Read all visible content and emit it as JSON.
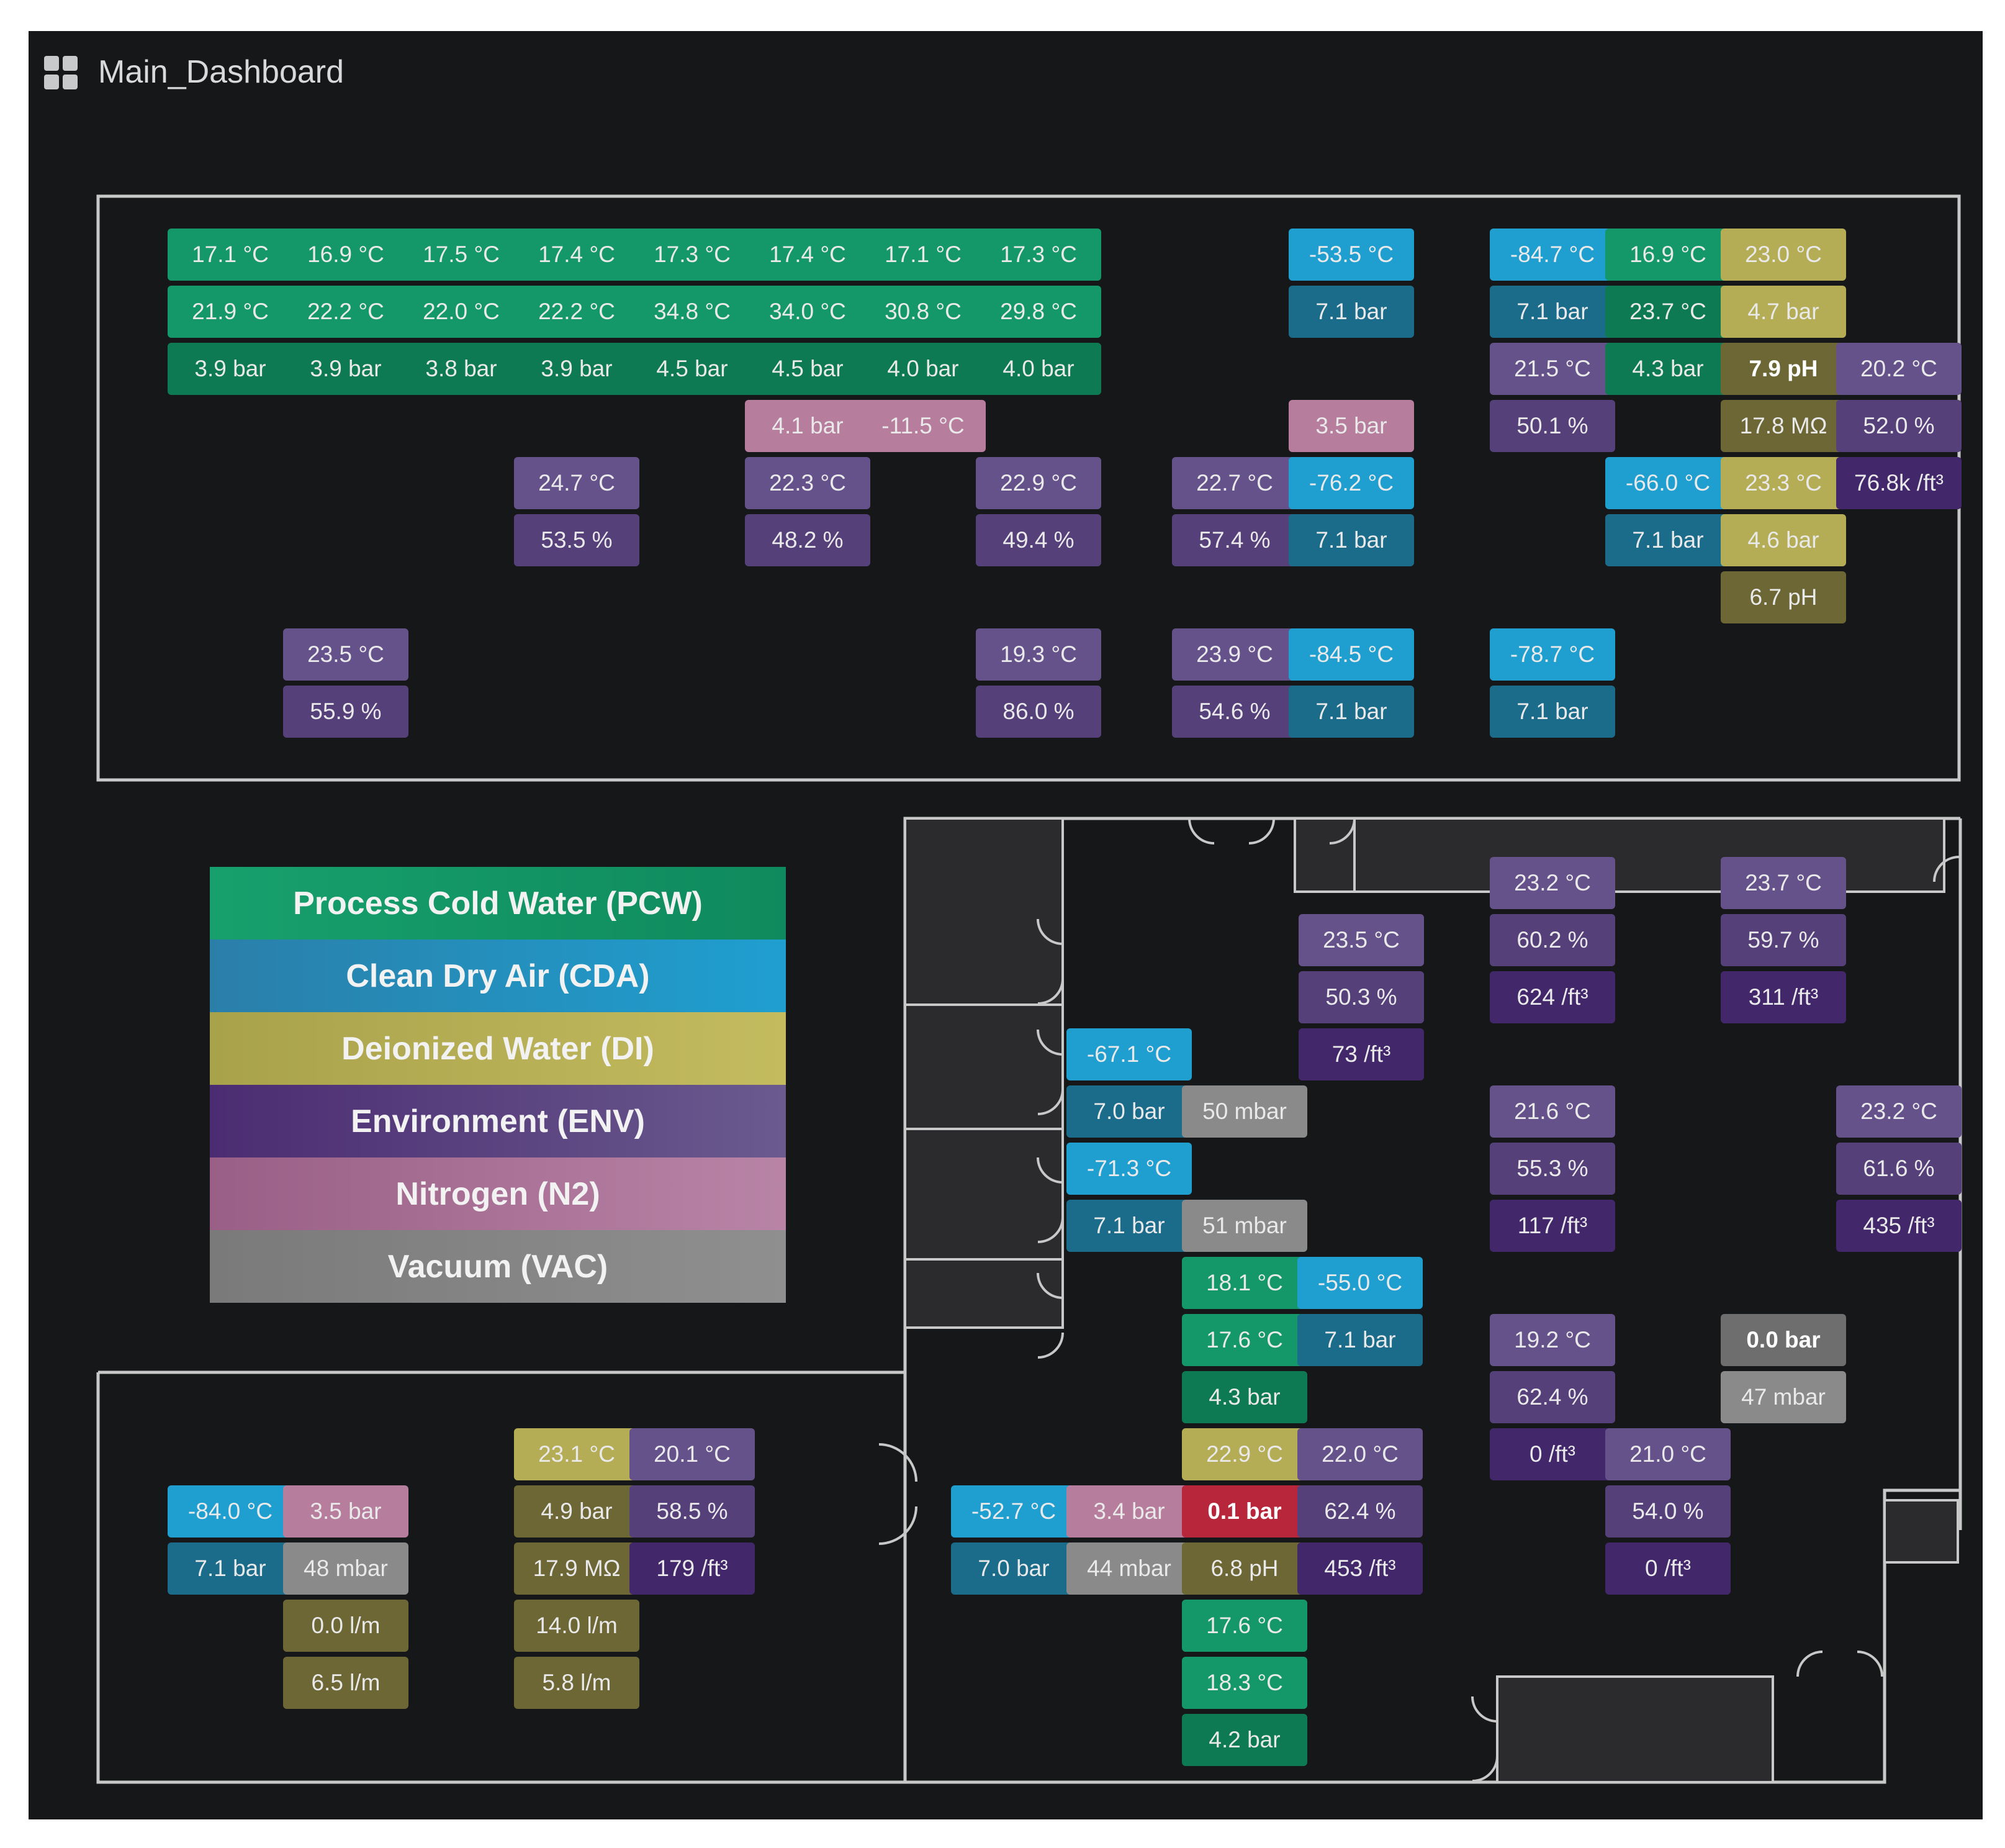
{
  "dashboard": {
    "title": "Main_Dashboard",
    "icon": "dashboard-grid-icon"
  },
  "colors": {
    "pcw": "#159869",
    "cda": "#1f9fd0",
    "di": "#b4ad56",
    "env": "#56407a",
    "n2": "#b77d9d",
    "vac": "#8a8a8a",
    "alarm": "#b7263a"
  },
  "legend": [
    "Process Cold Water (PCW)",
    "Clean Dry Air (CDA)",
    "Deionized Water (DI)",
    "Environment (ENV)",
    "Nitrogen (N2)",
    "Vacuum (VAC)"
  ],
  "tiles": [
    "17.1 °C",
    "16.9 °C",
    "17.5 °C",
    "17.4 °C",
    "17.3 °C",
    "17.4 °C",
    "17.1 °C",
    "17.3 °C",
    "21.9 °C",
    "22.2 °C",
    "22.0 °C",
    "22.2 °C",
    "34.8 °C",
    "34.0 °C",
    "30.8 °C",
    "29.8 °C",
    "3.9 bar",
    "3.9 bar",
    "3.8 bar",
    "3.9 bar",
    "4.5 bar",
    "4.5 bar",
    "4.0 bar",
    "4.0 bar",
    "4.1 bar",
    "-11.5 °C",
    "24.7 °C",
    "53.5 %",
    "22.3 °C",
    "48.2 %",
    "22.9 °C",
    "49.4 %",
    "23.5 °C",
    "55.9 %",
    "19.3 °C",
    "86.0 %",
    "-53.5 °C",
    "7.1 bar",
    "3.5 bar",
    "22.7 °C",
    "57.4 %",
    "-76.2 °C",
    "7.1 bar",
    "23.9 °C",
    "54.6 %",
    "-84.5 °C",
    "7.1 bar",
    "-84.7 °C",
    "16.9 °C",
    "23.0 °C",
    "7.1 bar",
    "23.7 °C",
    "4.7 bar",
    "21.5 °C",
    "4.3 bar",
    "7.9 pH",
    "20.2 °C",
    "50.1 %",
    "17.8 MΩ",
    "52.0 %",
    "-66.0 °C",
    "23.3 °C",
    "76.8k /ft³",
    "7.1 bar",
    "4.6 bar",
    "6.7 pH",
    "-78.7 °C",
    "7.1 bar",
    "23.2 °C",
    "60.2 %",
    "624 /ft³",
    "23.7 °C",
    "59.7 %",
    "311 /ft³",
    "23.5 °C",
    "50.3 %",
    "73 /ft³",
    "-67.1 °C",
    "7.0 bar",
    "50 mbar",
    "-71.3 °C",
    "7.1 bar",
    "51 mbar",
    "21.6 °C",
    "55.3 %",
    "117 /ft³",
    "23.2 °C",
    "61.6 %",
    "435 /ft³",
    "18.1 °C",
    "-55.0 °C",
    "17.6 °C",
    "7.1 bar",
    "4.3 bar",
    "19.2 °C",
    "62.4 %",
    "0 /ft³",
    "21.0 °C",
    "0.0 bar",
    "47 mbar",
    "54.0 %",
    "0 /ft³",
    "22.9 °C",
    "22.0 °C",
    "-52.7 °C",
    "3.4 bar",
    "0.1 bar",
    "62.4 %",
    "7.0 bar",
    "44 mbar",
    "6.8 pH",
    "453 /ft³",
    "17.6 °C",
    "18.3 °C",
    "4.2 bar",
    "-84.0 °C",
    "3.5 bar",
    "7.1 bar",
    "48 mbar",
    "0.0 l/m",
    "6.5 l/m",
    "23.1 °C",
    "20.1 °C",
    "4.9 bar",
    "58.5 %",
    "17.9 MΩ",
    "179 /ft³",
    "14.0 l/m",
    "5.8 l/m"
  ]
}
